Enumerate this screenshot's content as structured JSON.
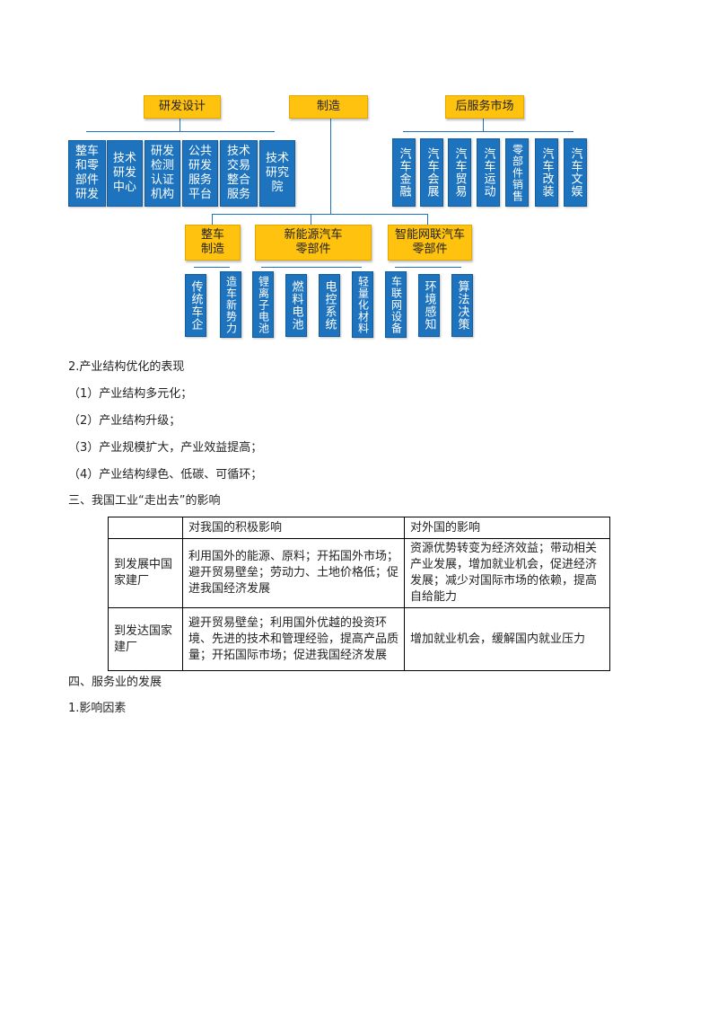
{
  "diagram": {
    "top": [
      "研发设计",
      "制造",
      "后服务市场"
    ],
    "rd_items": [
      "整车\n和零\n部件\n研发",
      "技术\n研发\n中心",
      "研发\n检测\n认证\n机构",
      "公共\n研发\n服务\n平台",
      "技术\n交易\n整合\n服务",
      "技术\n研究\n院"
    ],
    "after_items": [
      "汽车金融",
      "汽车会展",
      "汽车贸易",
      "汽车运动",
      "零部件销售",
      "汽车改装",
      "汽车文娱"
    ],
    "mid": [
      "整车\n制造",
      "新能源汽车\n零部件",
      "智能网联汽车\n零部件"
    ],
    "vehicle_items": [
      "传统车企",
      "造车新势力"
    ],
    "ne_items": [
      "锂离子电池",
      "燃料电池",
      "电控系统",
      "轻量化材料"
    ],
    "smart_items": [
      "车联网设备",
      "环境感知",
      "算法决策"
    ]
  },
  "section2": {
    "heading": "2.产业结构优化的表现",
    "items": [
      "（1）产业结构多元化；",
      "（2）产业结构升级；",
      "（3）产业规模扩大，产业效益提高；",
      "（4）产业结构绿色、低碳、可循环；"
    ]
  },
  "section3": {
    "heading": "三、我国工业“走出去”的影响",
    "table": {
      "header": [
        "",
        "对我国的积极影响",
        "对外国的影响"
      ],
      "rows": [
        [
          "到发展中国家建厂",
          "利用国外的能源、原料；开拓国外市场；避开贸易壁垒；劳动力、土地价格低；促进我国经济发展",
          "资源优势转变为经济效益；带动相关产业发展，增加就业机会，促进经济发展；减少对国际市场的依赖，提高自给能力"
        ],
        [
          "到发达国家建厂",
          "避开贸易壁垒；利用国外优越的投资环境、先进的技术和管理经验，提高产品质量；开拓国际市场；促进我国经济发展",
          "增加就业机会，缓解国内就业压力"
        ]
      ]
    }
  },
  "section4": {
    "heading": "四、服务业的发展",
    "sub": "1.影响因素"
  }
}
